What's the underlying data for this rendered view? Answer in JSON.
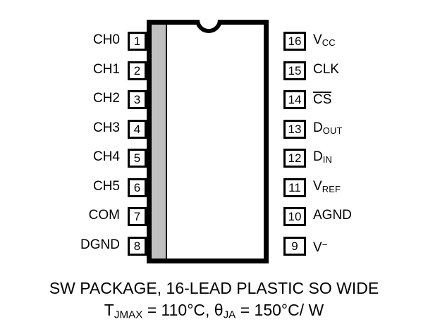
{
  "diagram": {
    "type": "ic-pinout",
    "package_body": {
      "notch": "semicircle-top-center",
      "band_color": "#c0c0c0",
      "outline_color": "#000000"
    },
    "pins_left": [
      {
        "number": "1",
        "label": "CH0"
      },
      {
        "number": "2",
        "label": "CH1"
      },
      {
        "number": "3",
        "label": "CH2"
      },
      {
        "number": "4",
        "label": "CH3"
      },
      {
        "number": "5",
        "label": "CH4"
      },
      {
        "number": "6",
        "label": "CH5"
      },
      {
        "number": "7",
        "label": "COM"
      },
      {
        "number": "8",
        "label": "DGND"
      }
    ],
    "pins_right": [
      {
        "number": "16",
        "label": "V",
        "sub": "CC",
        "sup": "",
        "overline": false
      },
      {
        "number": "15",
        "label": "CLK",
        "sub": "",
        "sup": "",
        "overline": false
      },
      {
        "number": "14",
        "label": "CS",
        "sub": "",
        "sup": "",
        "overline": true
      },
      {
        "number": "13",
        "label": "D",
        "sub": "OUT",
        "sup": "",
        "overline": false
      },
      {
        "number": "12",
        "label": "D",
        "sub": "IN",
        "sup": "",
        "overline": false
      },
      {
        "number": "11",
        "label": "V",
        "sub": "REF",
        "sup": "",
        "overline": false
      },
      {
        "number": "10",
        "label": "AGND",
        "sub": "",
        "sup": "",
        "overline": false
      },
      {
        "number": "9",
        "label": "V",
        "sub": "",
        "sup": "−",
        "overline": false
      }
    ]
  },
  "caption": {
    "line1": "SW PACKAGE, 16-LEAD PLASTIC SO WIDE",
    "line2_part1": "T",
    "line2_sub1": "JMAX",
    "line2_part2": " = 110°C, θ",
    "line2_sub2": "JA",
    "line2_part3": " = 150°C/ W"
  }
}
